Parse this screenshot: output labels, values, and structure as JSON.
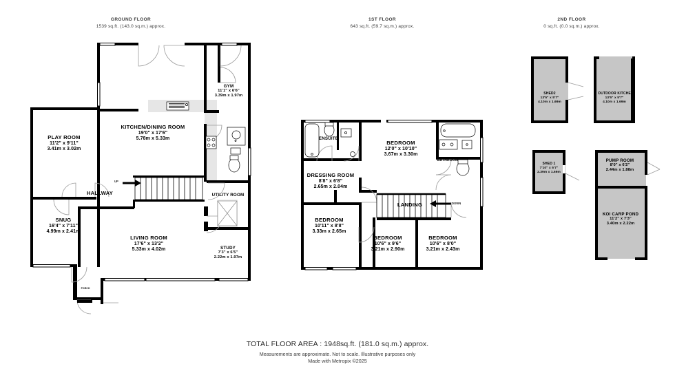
{
  "document": {
    "type": "floor-plan",
    "total_area_line": "TOTAL FLOOR AREA : 1948sq.ft. (181.0 sq.m.) approx.",
    "disclaimer_line_1": "Measurements are approximate.  Not to scale.  Illustrative purposes only",
    "disclaimer_line_2": "Made with Metropix ©2025"
  },
  "colors": {
    "wall": "#000000",
    "outbuilding_fill": "#c6c6c6",
    "fixture_fill": "#e3e3e3",
    "text": "#000000",
    "header_text": "#3c3c3c",
    "background": "#ffffff"
  },
  "floors": [
    {
      "id": "ground",
      "title": "GROUND FLOOR",
      "area": "1539 sq.ft. (143.0 sq.m.) approx.",
      "rooms": [
        {
          "name": "PLAY ROOM",
          "imperial": "11'2\"  x 9'11\"",
          "metric": "3.41m  x 3.02m"
        },
        {
          "name": "KITCHEN/DINING ROOM",
          "imperial": "19'0\"  x 17'6\"",
          "metric": "5.78m  x 5.33m"
        },
        {
          "name": "GYM",
          "imperial": "11'1\"  x 6'6\"",
          "metric": "3.39m  x 1.97m"
        },
        {
          "name": "SNUG",
          "imperial": "16'4\"  x 7'11\"",
          "metric": "4.99m  x 2.41m"
        },
        {
          "name": "HALLWAY",
          "imperial": "",
          "metric": ""
        },
        {
          "name": "LIVING ROOM",
          "imperial": "17'6\"  x 13'2\"",
          "metric": "5.33m  x 4.02m"
        },
        {
          "name": "UTILITY ROOM",
          "imperial": "",
          "metric": ""
        },
        {
          "name": "STUDY",
          "imperial": "7'3\"  x 6'5\"",
          "metric": "2.22m  x 1.97m"
        },
        {
          "name": "PORCH",
          "imperial": "",
          "metric": ""
        }
      ],
      "stair_label": "UP"
    },
    {
      "id": "first",
      "title": "1ST FLOOR",
      "area": "643 sq.ft. (59.7 sq.m.) approx.",
      "rooms": [
        {
          "name": "ENSUITE",
          "imperial": "",
          "metric": ""
        },
        {
          "name": "BEDROOM",
          "imperial": "12'0\"  x 10'10\"",
          "metric": "3.67m  x 3.30m"
        },
        {
          "name": "BATHROOM",
          "imperial": "",
          "metric": ""
        },
        {
          "name": "DRESSING ROOM",
          "imperial": "8'8\"  x 6'8\"",
          "metric": "2.65m  x 2.04m"
        },
        {
          "name": "LANDING",
          "imperial": "",
          "metric": ""
        },
        {
          "name": "BEDROOM",
          "imperial": "10'11\"  x 8'8\"",
          "metric": "3.33m  x 2.65m"
        },
        {
          "name": "BEDROOM",
          "imperial": "10'6\"  x 9'6\"",
          "metric": "3.21m  x 2.90m"
        },
        {
          "name": "BEDROOM",
          "imperial": "10'6\"  x 8'0\"",
          "metric": "3.21m  x 2.43m"
        }
      ],
      "stair_label": "DOWN"
    },
    {
      "id": "second",
      "title": "2ND FLOOR",
      "area": "0 sq.ft. (0.0 sq.m.) approx.",
      "rooms": [
        {
          "name": "SHED2",
          "imperial": "13'5\"  x 5'7\"",
          "metric": "4.10m  x 1.69m"
        },
        {
          "name": "OUTDOOR KITCHE",
          "imperial": "13'5\"  x 5'7\"",
          "metric": "4.10m  x 1.69m"
        },
        {
          "name": "SHED 1",
          "imperial": "7'10\"  x 5'7\"",
          "metric": "2.39m  x 1.69m"
        },
        {
          "name": "PUMP ROOM",
          "imperial": "8'0\"  x 6'2\"",
          "metric": "2.44m  x 1.88m"
        },
        {
          "name": "KOI CARP POND",
          "imperial": "11'2\"  x 7'3\"",
          "metric": "3.40m  x 2.22m"
        }
      ]
    }
  ]
}
